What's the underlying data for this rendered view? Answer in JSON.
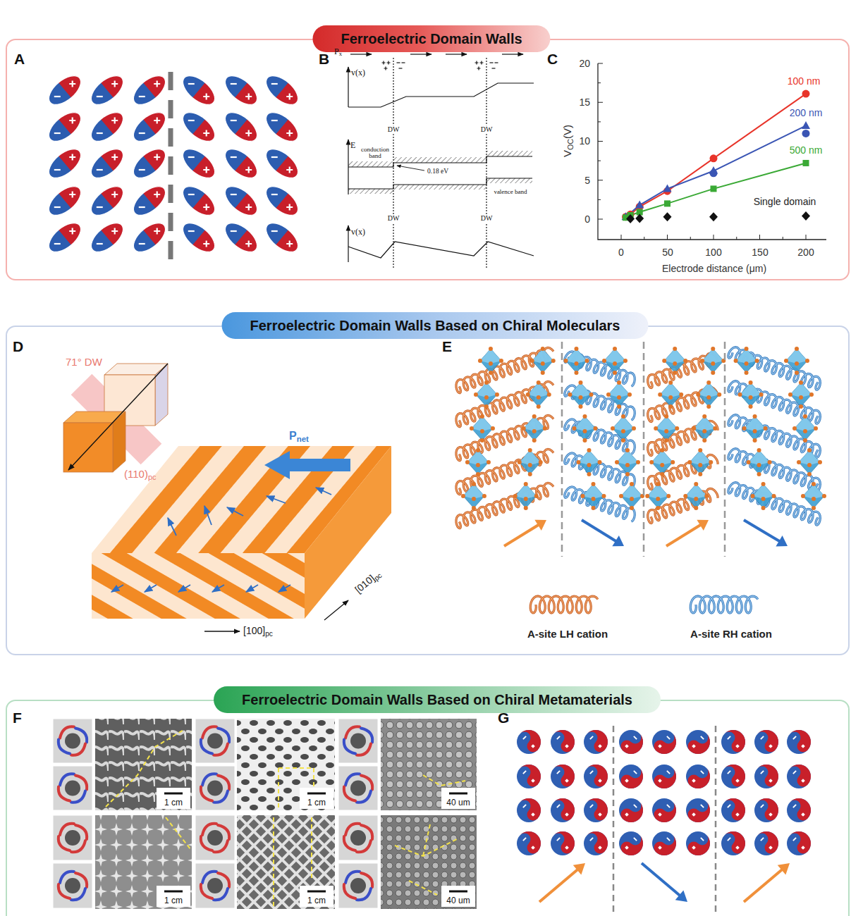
{
  "diagram": {
    "nodes": [
      {
        "text": [
          "Ferroelectric Domain Walls"
        ]
      },
      {
        "text": [
          "Ferroelectric Domain Walls Based on Chiral Moleculars"
        ]
      },
      {
        "text": [
          "Ferroelectric Domain Walls Based on Chiral Metamaterials"
        ]
      }
    ],
    "labels": [
      "A",
      "B",
      "C",
      "P",
      "x",
      "v(x)",
      "DW",
      "DW",
      "E",
      "conduction band",
      "0.18 eV",
      "valence band",
      "DW",
      "DW",
      "v(x)",
      "20",
      "15",
      "10",
      "5",
      "0",
      "0",
      "50",
      "100",
      "150",
      "200",
      "V",
      "OC",
      "(V)",
      "Electrode distance (μm)",
      "100 nm",
      "200 nm",
      "500 nm",
      "Single domain",
      "D",
      "E",
      "71° DW",
      "(110)",
      "pc",
      "P",
      "net",
      "[010]",
      "pc",
      "[100]",
      "pc",
      "A-site LH cation",
      "A-site RH cation",
      "F",
      "1 cm",
      "1 cm",
      "40 um",
      "1 cm",
      "1 cm",
      "40 um",
      "G"
    ]
  }
}
